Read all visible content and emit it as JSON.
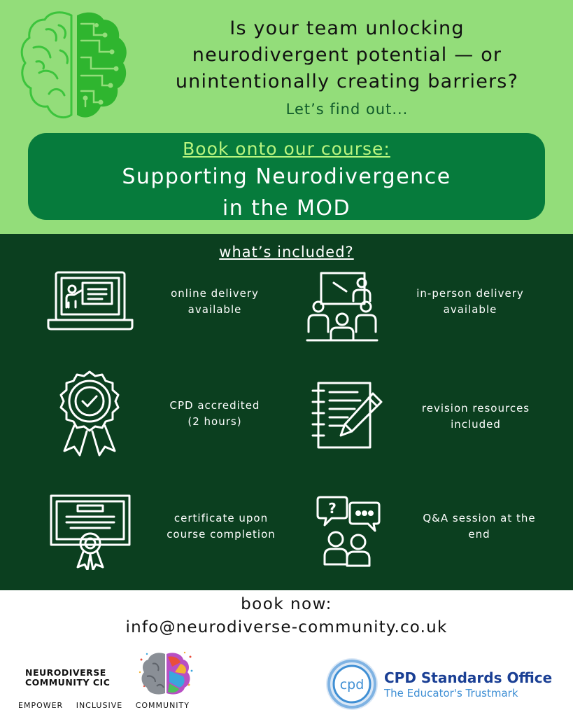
{
  "header": {
    "headline_line1": "Is your team unlocking",
    "headline_line2": "neurodivergent potential — or",
    "headline_line3": "unintentionally creating barriers?",
    "subline": "Let’s find out..."
  },
  "course": {
    "kicker": "Book onto our course:",
    "title_line1": "Supporting Neurodivergence",
    "title_line2": "in the MOD"
  },
  "included": {
    "heading": "what’s included?",
    "features": [
      {
        "icon": "laptop-presentation-icon",
        "line1": "online delivery",
        "line2": "available"
      },
      {
        "icon": "classroom-presenter-icon",
        "line1": "in-person delivery",
        "line2": "available"
      },
      {
        "icon": "award-badge-icon",
        "line1": "CPD accredited",
        "line2": "(2 hours)"
      },
      {
        "icon": "notebook-pencil-icon",
        "line1": "revision resources",
        "line2": "included"
      },
      {
        "icon": "certificate-icon",
        "line1": "certificate upon",
        "line2": "course completion"
      },
      {
        "icon": "qa-chat-people-icon",
        "line1": "Q&A session at the",
        "line2": "end"
      }
    ]
  },
  "booking": {
    "label": "book now:",
    "email": "info@neurodiverse-community.co.uk"
  },
  "ndc": {
    "name_line1": "NEURODIVERSE",
    "name_line2": "COMMUNITY CIC",
    "tag1": "EMPOWER",
    "tag2": "INCLUSIVE",
    "tag3": "COMMUNITY"
  },
  "cpd": {
    "badge_text": "cpd",
    "title": "CPD Standards Office",
    "subtitle": "The Educator's Trustmark"
  },
  "colors": {
    "top_bg": "#93dd7a",
    "course_box": "#067b3c",
    "dark_bg": "#0b3f1f",
    "kicker": "#b9f57f",
    "cpd_navy": "#1a3f94",
    "cpd_blue": "#3f8fd4"
  }
}
